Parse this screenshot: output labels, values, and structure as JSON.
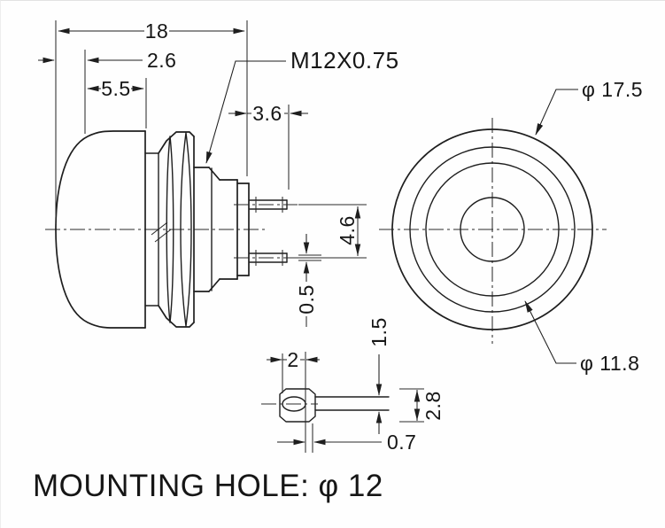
{
  "drawing": {
    "bottom_note": "MOUNTING HOLE: φ 12",
    "side_view": {
      "thread_spec": "M12X0.75",
      "dim_total_length": "18",
      "dim_dome_height": "2.6",
      "dim_cap_length": "5.5",
      "dim_pin_protrusion": "3.6",
      "dim_pin_spacing": "4.6",
      "dim_pin_thickness": "0.5"
    },
    "front_view": {
      "dim_outer_diameter": "φ 17.5",
      "dim_button_diameter": "φ 11.8"
    },
    "terminal_detail": {
      "dim_lug_width": "2",
      "dim_slot_width": "1.5",
      "dim_lug_height": "2.8",
      "dim_edge_offset": "0.7"
    },
    "line_color": "#1e1e1e",
    "background_color": "#fefefe"
  }
}
